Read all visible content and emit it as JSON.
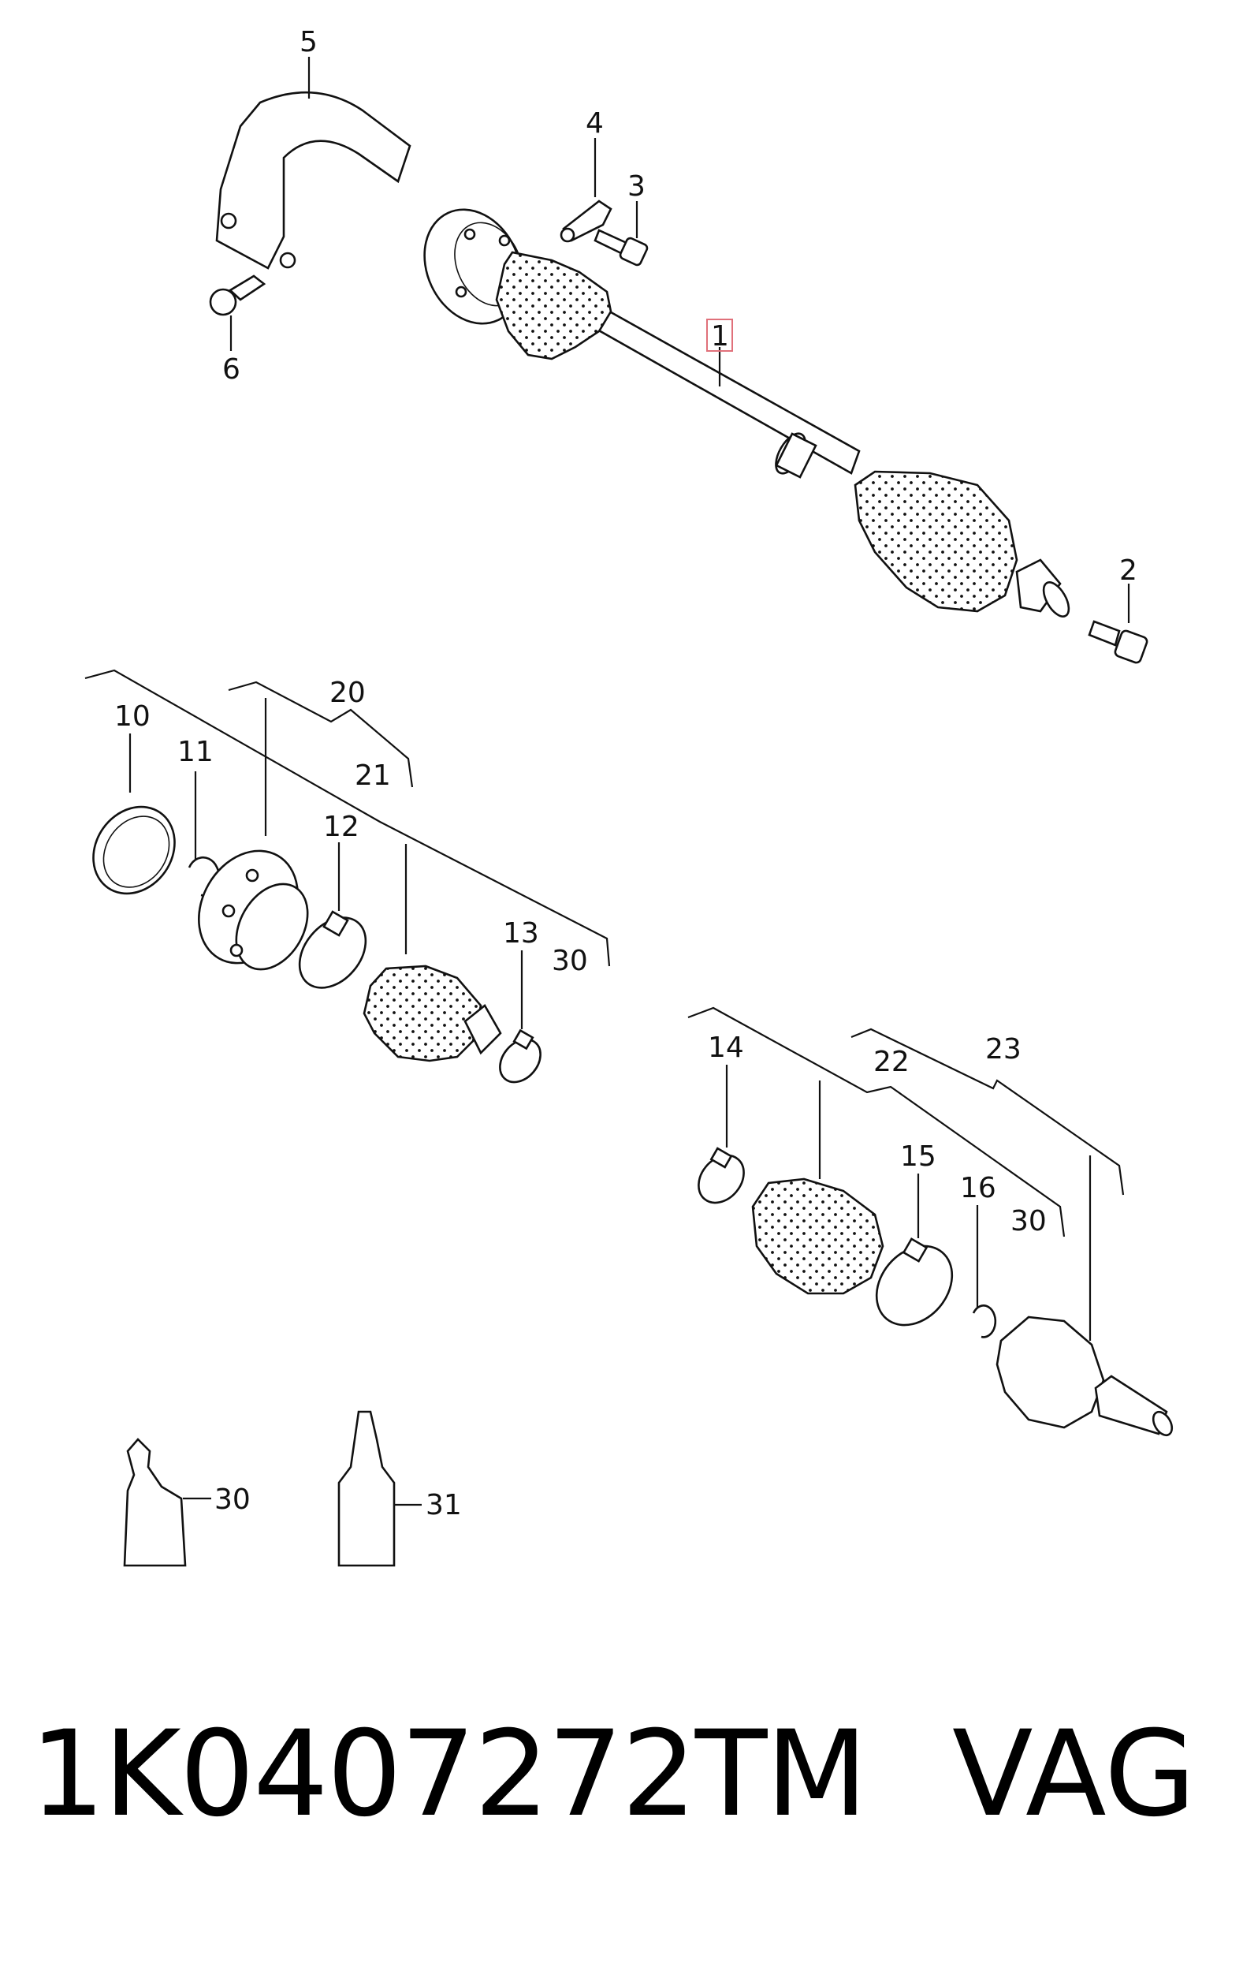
{
  "callouts": {
    "c1": "1",
    "c2": "2",
    "c3": "3",
    "c4": "4",
    "c5": "5",
    "c6": "6",
    "c10": "10",
    "c11": "11",
    "c12": "12",
    "c13": "13",
    "c14": "14",
    "c15": "15",
    "c16": "16",
    "c20": "20",
    "c21": "21",
    "c22": "22",
    "c23": "23",
    "c30a": "30",
    "c30b": "30",
    "c30c": "30",
    "c31": "31"
  },
  "footer": {
    "part_number": "1K0407272TM",
    "brand": "VAG"
  },
  "colors": {
    "line": "#111111",
    "highlight": "#e0707a"
  }
}
